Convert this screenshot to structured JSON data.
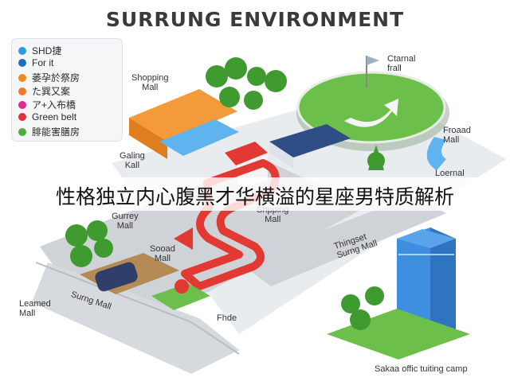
{
  "title": "SURRUNG ENVIRONMENT",
  "legend": [
    {
      "label": "SHD捷",
      "color": "#2e9be0"
    },
    {
      "label": "For it",
      "color": "#1e6fc4"
    },
    {
      "label": "萎孕於祭房",
      "color": "#f08a1c"
    },
    {
      "label": "た巽又案",
      "color": "#f07a2a"
    },
    {
      "label": "ア+入布橋",
      "color": "#e02a8c"
    },
    {
      "label": "Green belt",
      "color": "#e0303a"
    },
    {
      "label": "腓能害膳房",
      "color": "#49b03c"
    }
  ],
  "labels": {
    "shopping_mall_top": "Shopping\nMall",
    "central_trail": "Ctarnal\nfrall",
    "froaad_mall": "Froaad\nMall",
    "gating_kall": "Galing\nKall",
    "loernal": "Loernal",
    "shpping_mall_mid": "Shpping\nMall",
    "gurrey_mall": "Gurrey\nMall",
    "sooad_mall": "Sooad\nMall",
    "thingset_sumng_mall": "Thingset\nSurng Mall",
    "learned_mall": "Leamed\nMall",
    "sunng_mall": "Surng Mall",
    "fhde": "Fhde"
  },
  "banner_text": "性格独立内心腹黑才华横溢的星座男特质解析",
  "caption": "Sakaa offic tuiting camp",
  "colors": {
    "road": "#cfd3d8",
    "ground": "#e9ecef",
    "grass": "#6cbf4a",
    "tree": "#3f9b2f",
    "red_path": "#e23a32",
    "building_orange": "#f39a3a",
    "tower_blue": "#3e8fe0",
    "water": "#5fb4ef"
  }
}
